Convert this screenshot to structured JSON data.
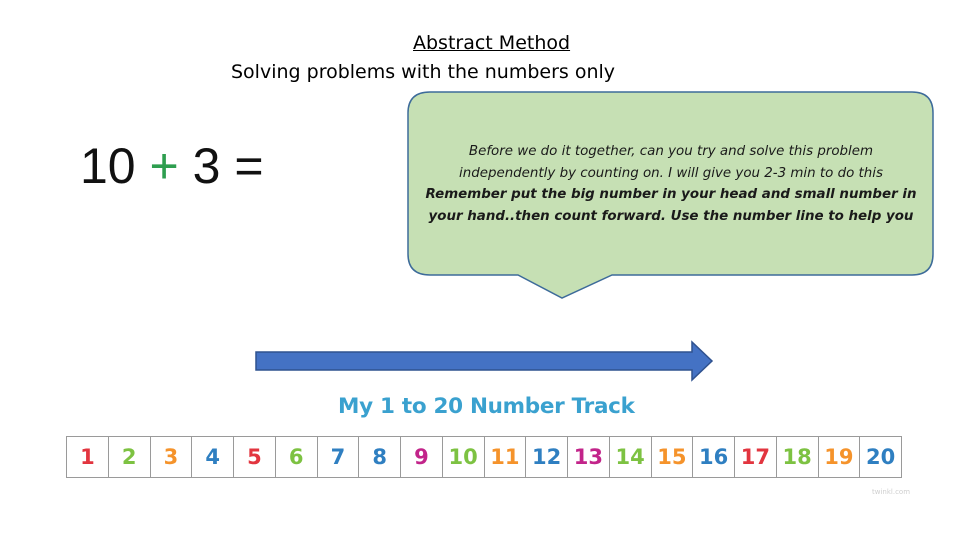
{
  "title": "Abstract Method",
  "subtitle": "Solving problems with the numbers only",
  "equation": {
    "left": "10",
    "operator": "+",
    "right": "3",
    "equals": "="
  },
  "bubble": {
    "line1": "Before we do it together, can you  try and solve this problem",
    "line2": "independently by counting on. I will give you 2-3 min to do this",
    "line3": "Remember put the big number in your head and small number in",
    "line4": "your hand..then count forward. Use the number line to help you"
  },
  "track": {
    "title": "My 1 to 20 Number Track",
    "numbers": [
      "1",
      "2",
      "3",
      "4",
      "5",
      "6",
      "7",
      "8",
      "9",
      "10",
      "11",
      "12",
      "13",
      "14",
      "15",
      "16",
      "17",
      "18",
      "19",
      "20"
    ],
    "colors": [
      "#e2353f",
      "#7dc242",
      "#f5932b",
      "#2f7fc1",
      "#e2353f",
      "#7dc242",
      "#2f7fc1",
      "#2f7fc1",
      "#c2248a",
      "#7dc242",
      "#f5932b",
      "#2f7fc1",
      "#c2248a",
      "#7dc242",
      "#f5932b",
      "#2f7fc1",
      "#e2353f",
      "#7dc242",
      "#f5932b",
      "#2f7fc1"
    ]
  },
  "credit": "twinkl.com",
  "colors": {
    "bubble_fill": "#c6e0b4",
    "bubble_stroke": "#3d6b9a",
    "arrow_fill": "#4472c4",
    "arrow_stroke": "#2f528f",
    "plus": "#2e9e4f",
    "track_title": "#3aa1cf"
  }
}
